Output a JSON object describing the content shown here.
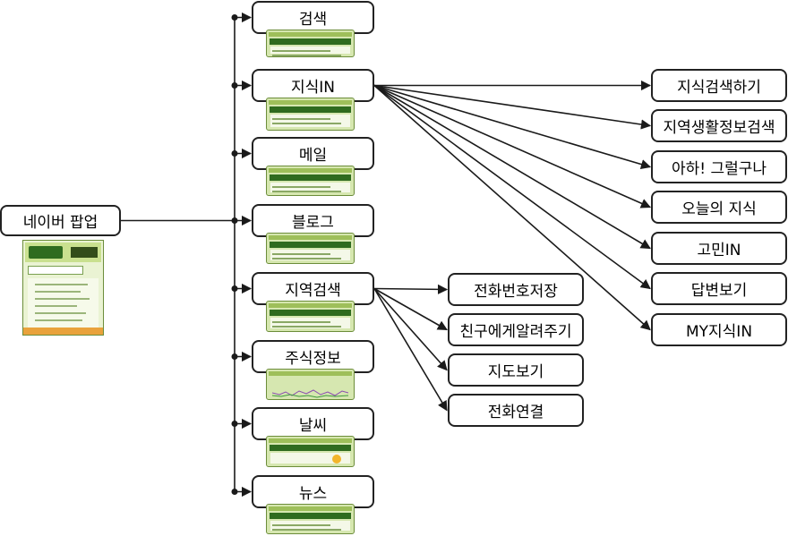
{
  "root": {
    "label": "네이버 팝업"
  },
  "services": [
    {
      "label": "검색"
    },
    {
      "label": "지식IN"
    },
    {
      "label": "메일"
    },
    {
      "label": "블로그"
    },
    {
      "label": "지역검색"
    },
    {
      "label": "주식정보"
    },
    {
      "label": "날씨"
    },
    {
      "label": "뉴스"
    }
  ],
  "jisik_children": [
    {
      "label": "지식검색하기"
    },
    {
      "label": "지역생활정보검색"
    },
    {
      "label": "아하! 그럴구나"
    },
    {
      "label": "오늘의 지식"
    },
    {
      "label": "고민IN"
    },
    {
      "label": "답변보기"
    },
    {
      "label": "MY지식IN"
    }
  ],
  "local_children": [
    {
      "label": "전화번호저장"
    },
    {
      "label": "친구에게알려주기"
    },
    {
      "label": "지도보기"
    },
    {
      "label": "전화연결"
    }
  ],
  "colors": {
    "line": "#1a1a1a",
    "phone_green": "#2f6b1f",
    "phone_bg": "#d6e7b0",
    "orange": "#e9a23c"
  }
}
